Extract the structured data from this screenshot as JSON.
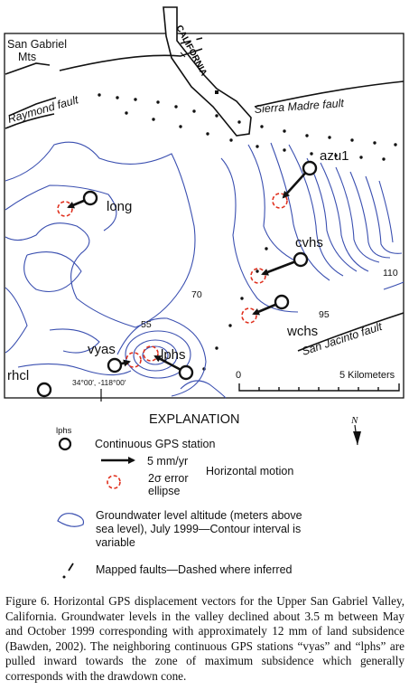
{
  "map": {
    "inset_label": "CALIFORNIA",
    "places": {
      "san_gabriel_line1": "San Gabriel",
      "san_gabriel_line2": "Mts",
      "raymond_fault": "Raymond fault",
      "sierra_madre_fault": "Sierra Madre fault",
      "san_jacinto_fault": "San Jacinto fault"
    },
    "stations": [
      {
        "id": "azu1",
        "label": "azu1"
      },
      {
        "id": "long",
        "label": "long"
      },
      {
        "id": "cvhs",
        "label": "cvhs"
      },
      {
        "id": "wchs",
        "label": "wchs"
      },
      {
        "id": "vyas",
        "label": "vyas"
      },
      {
        "id": "lphs",
        "label": "lphs"
      },
      {
        "id": "rhcl",
        "label": "rhcl"
      }
    ],
    "contour_labels": [
      "70",
      "55",
      "95",
      "110"
    ],
    "coordinates_label": "34°00′, -118°00′",
    "scale": {
      "start": "0",
      "end": "5 Kilometers"
    }
  },
  "legend": {
    "title": "EXPLANATION",
    "north": "N",
    "station_example": "lphs",
    "station_text": "Continuous GPS station",
    "vector_text": "5 mm/yr",
    "error_text_line1": "2σ error",
    "error_text_line2": "ellipse",
    "horizontal_motion": "Horizontal motion",
    "groundwater_line1": "Groundwater level altitude (meters above",
    "groundwater_line2": "sea level), July 1999—Contour interval is",
    "groundwater_line3": "variable",
    "faults_text": "Mapped faults—Dashed where inferred"
  },
  "caption": "Figure 6. Horizontal GPS displacement vectors for the Upper San Gabriel Valley, California. Groundwater levels in the valley declined about 3.5 m between May and October 1999 corresponding with approximately 12 mm of land subsidence (Bawden, 2002). The neighboring continuous GPS stations “vyas” and “lphs” are pulled inward towards the zone of maximum subsidence which generally corresponds with the drawdown cone.",
  "colors": {
    "contour": "#3a4fb0",
    "ellipse": "#e0301e",
    "ink": "#111111"
  }
}
